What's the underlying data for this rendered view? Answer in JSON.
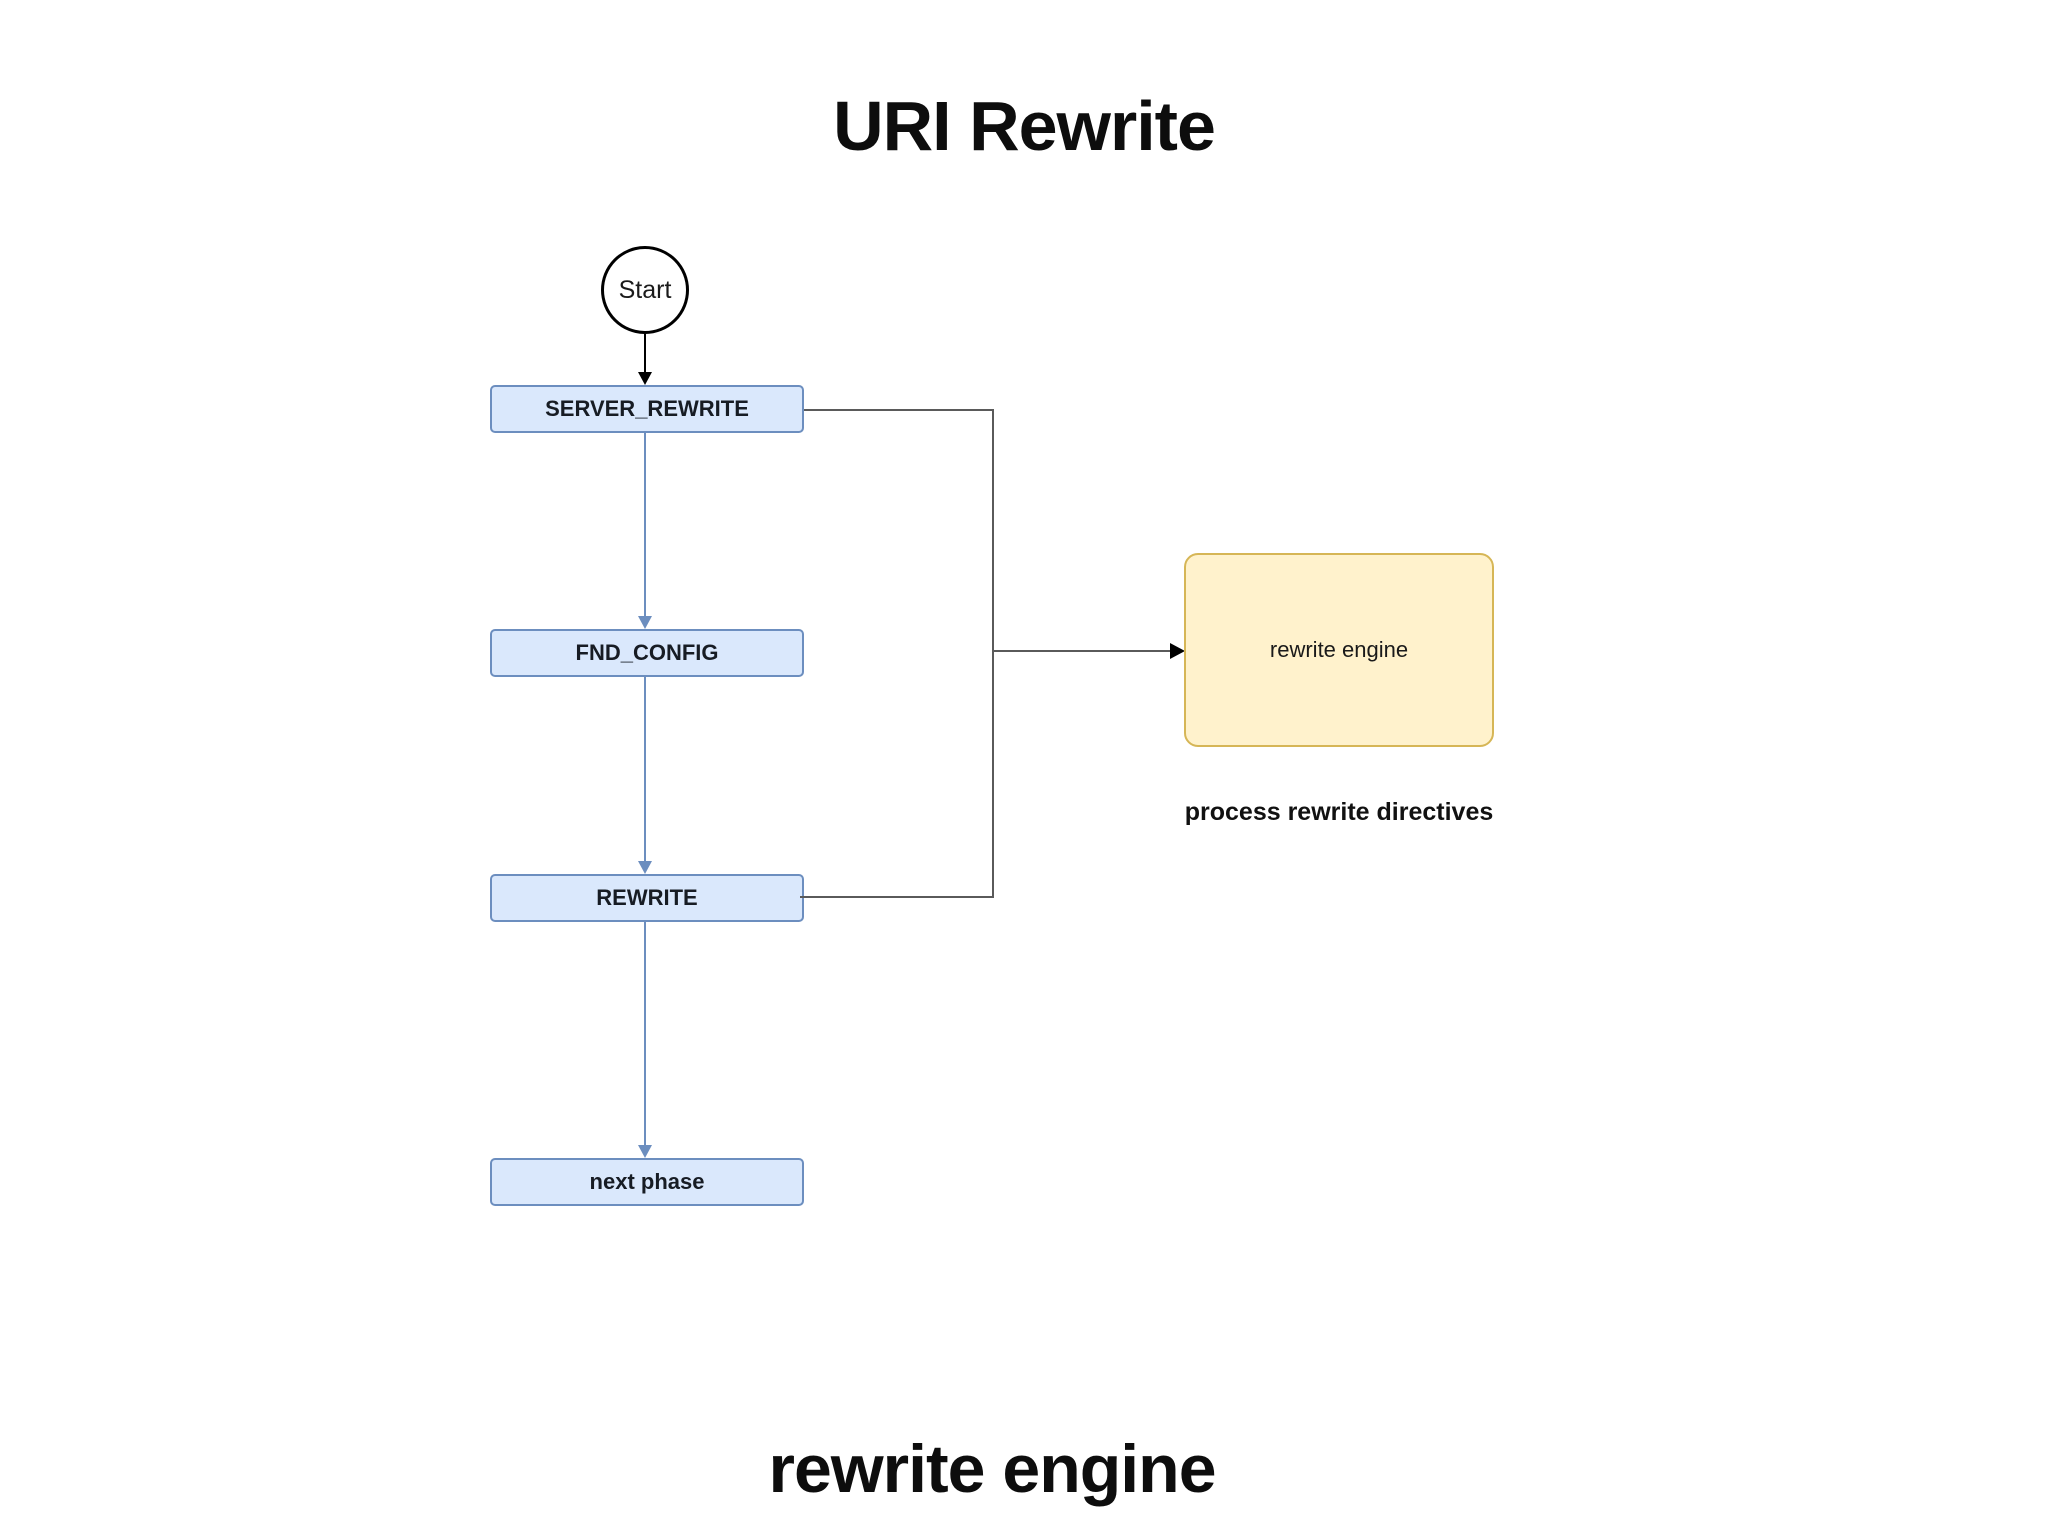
{
  "page": {
    "title": "URI Rewrite",
    "footer": "rewrite engine",
    "background": "#ffffff"
  },
  "diagram": {
    "start": {
      "label": "Start"
    },
    "phases": [
      {
        "id": "server_rewrite",
        "label": "SERVER_REWRITE"
      },
      {
        "id": "fnd_config",
        "label": "FND_CONFIG"
      },
      {
        "id": "rewrite",
        "label": "REWRITE"
      },
      {
        "id": "next_phase",
        "label": "next phase"
      }
    ],
    "engine": {
      "label": "rewrite engine",
      "caption": "process rewrite directives"
    },
    "connections": [
      {
        "from": "Start",
        "to": "SERVER_REWRITE"
      },
      {
        "from": "SERVER_REWRITE",
        "to": "FND_CONFIG"
      },
      {
        "from": "FND_CONFIG",
        "to": "REWRITE"
      },
      {
        "from": "REWRITE",
        "to": "next phase"
      },
      {
        "from": "SERVER_REWRITE",
        "to": "rewrite engine"
      },
      {
        "from": "REWRITE",
        "to": "rewrite engine"
      }
    ],
    "colors": {
      "phase_fill": "#dae8fc",
      "phase_border": "#6c8ebf",
      "engine_fill": "#fff2cc",
      "engine_border": "#d6b656",
      "connector_blue": "#6c8ebf",
      "connector_gray": "#5a5a5a",
      "connector_black": "#000000",
      "text": "#1a1a1a"
    }
  }
}
